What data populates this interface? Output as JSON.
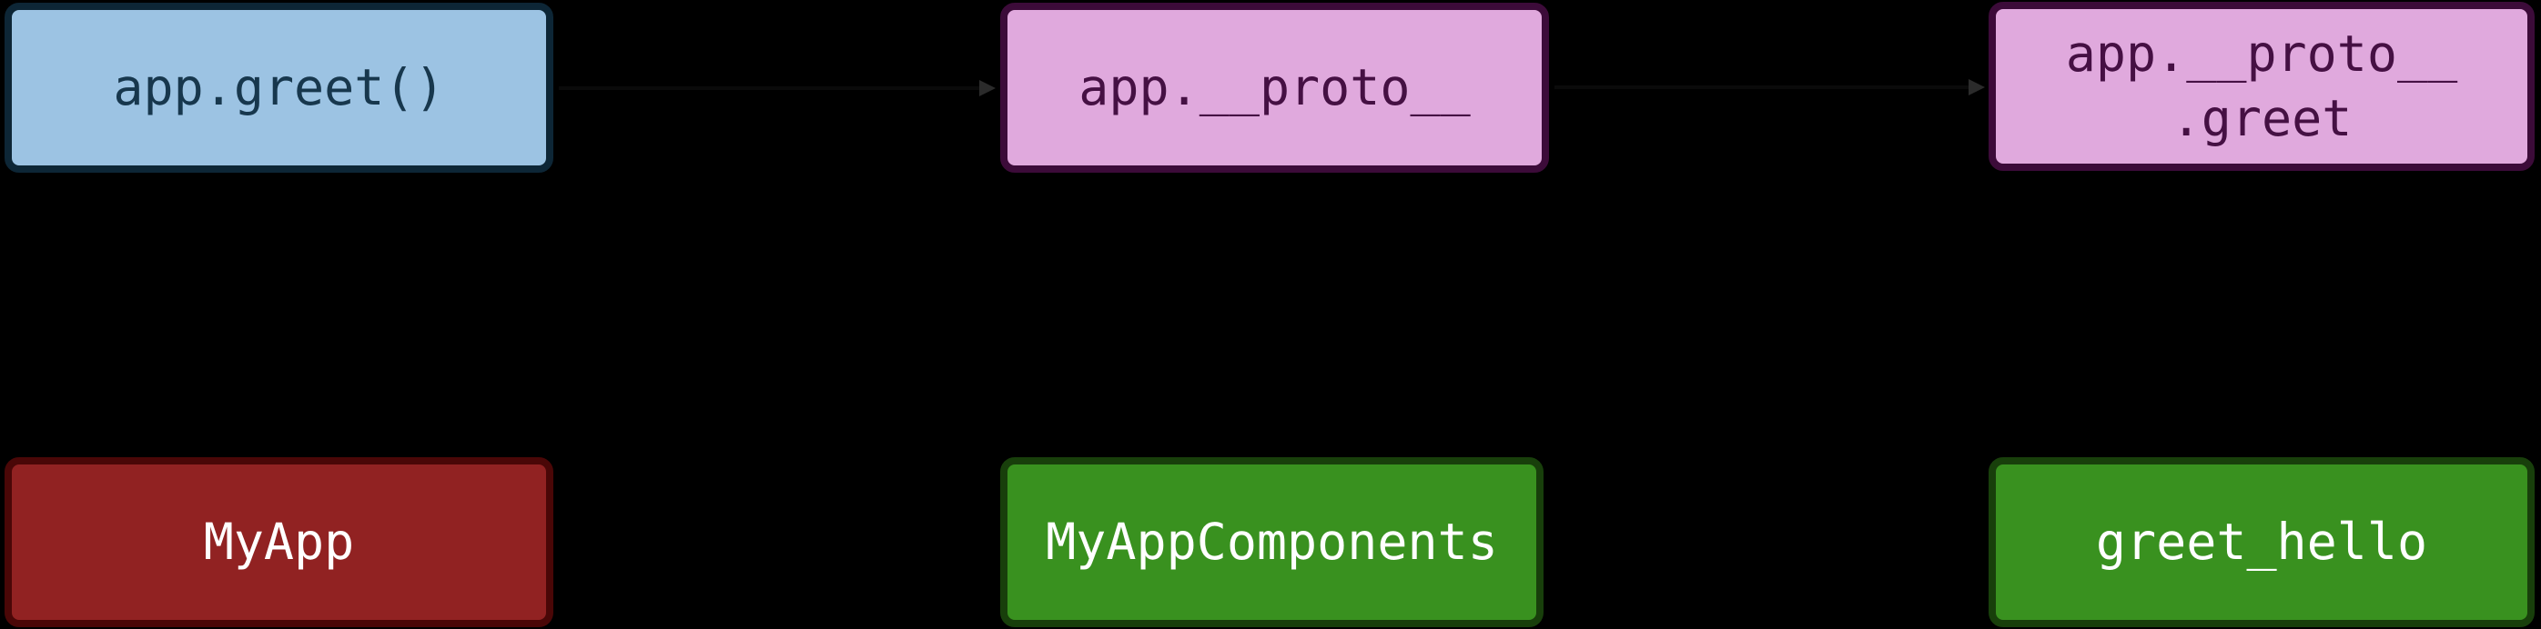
{
  "diagram": {
    "type": "flowchart",
    "background_color": "#000000",
    "nodes": [
      {
        "id": "app-greet-call",
        "label": "app.greet()",
        "fill": "#9cc3e3",
        "border_color": "#0d2636",
        "text_color": "#17374d"
      },
      {
        "id": "app-proto",
        "label": "app.__proto__",
        "fill": "#e0a9dd",
        "border_color": "#3c0b39",
        "text_color": "#451043"
      },
      {
        "id": "app-proto-greet",
        "label": "app.__proto__\n.greet",
        "fill": "#e0a9dd",
        "border_color": "#3c0b39",
        "text_color": "#451043"
      },
      {
        "id": "myapp",
        "label": "MyApp",
        "fill": "#912222",
        "border_color": "#4a0707",
        "text_color": "#ffffff"
      },
      {
        "id": "myappcomponents",
        "label": "MyAppComponents",
        "fill": "#39911f",
        "border_color": "#183f0b",
        "text_color": "#ffffff"
      },
      {
        "id": "greet-hello",
        "label": "greet_hello",
        "fill": "#39911f",
        "border_color": "#183f0b",
        "text_color": "#ffffff"
      }
    ],
    "edges": [
      {
        "from": "app-greet-call",
        "to": "app-proto",
        "line_color": "#0a0a0a",
        "arrowhead_color": "#2b2b2b"
      },
      {
        "from": "app-proto",
        "to": "app-proto-greet",
        "line_color": "#0a0a0a",
        "arrowhead_color": "#2b2b2b"
      }
    ]
  }
}
